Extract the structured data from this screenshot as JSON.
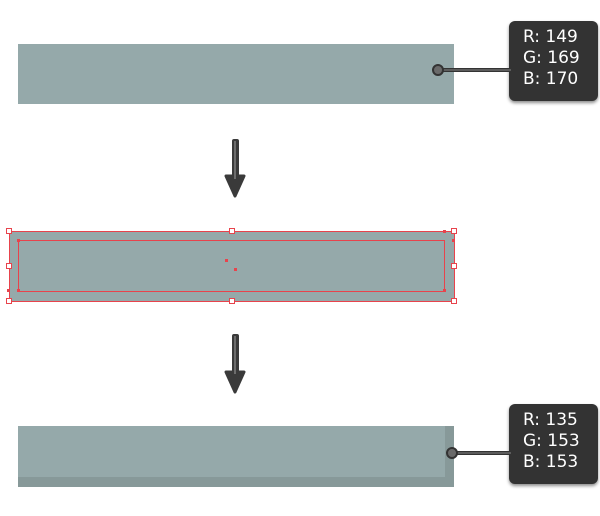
{
  "colors": {
    "base_fill": "#95a9aa",
    "final_fill": "#879999",
    "final_inner_fill": "#95a9aa",
    "selection": "#e8434c",
    "tooltip_bg": "#333333",
    "arrow": "#3a3a3a"
  },
  "swatch_top": {
    "label_r": "R: 149",
    "label_g": "G: 169",
    "label_b": "B: 170"
  },
  "swatch_bottom": {
    "label_r": "R: 135",
    "label_g": "G: 153",
    "label_b": "B: 153"
  },
  "icons": {
    "step_arrow": "down-arrow-icon",
    "connector": "leader-line-icon",
    "handle": "selection-handle-icon"
  }
}
